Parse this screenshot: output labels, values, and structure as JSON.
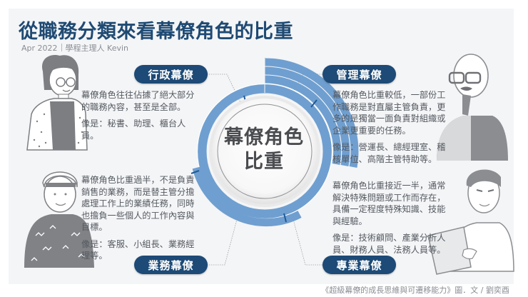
{
  "header": {
    "title": "從職務分類來看幕僚角色的比重",
    "date": "Apr 2022",
    "author": "學程主理人 Kevin"
  },
  "center": {
    "line1": "幕僚角色",
    "line2": "比重"
  },
  "quadrants": {
    "admin": {
      "label": "行政幕僚",
      "description": "幕僚角色往往佔據了絕大部分的職務內容，甚至是全部。",
      "examples": "像是：秘書、助理、櫃台人員。",
      "illustration": "woman-with-glasses-illustration"
    },
    "management": {
      "label": "管理幕僚",
      "description": "幕僚角色比重較低，一部份工作職務是對直屬主管負責，更多的是獨當一面負責對組織或企業更重要的任務。",
      "examples": "像是：營運長、總經理室、稽核單位、高階主管特助等。",
      "illustration": "bald-man-with-glasses-illustration"
    },
    "sales": {
      "label": "業務幕僚",
      "description": "幕僚角色比重過半，不是負責銷售的業務，而是替主管分擔處理工作上的業績任務，同時也擔負一些個人的工作內容與目標。",
      "examples": "像是：客服、小組長、業務經理等。",
      "illustration": "man-with-beanie-illustration"
    },
    "professional": {
      "label": "專業幕僚",
      "description": "幕僚角色比重接近一半，通常解決特殊問題或工作而存在，具備一定程度特殊知識、技能與經驗。",
      "examples": "像是：技術顧問、產業分析人員、財務人員、法務人員等。",
      "illustration": "man-with-laptop-illustration"
    }
  },
  "footer": {
    "credit": "《超級幕僚的成長思維與可遷移能力》圖．文 / 劉奕酉"
  },
  "colors": {
    "title": "#1f4a73",
    "pill": "#1d4a76",
    "ring": "#6f9fd0",
    "ring_tick": "#1f5a96",
    "background": "#f4f5f7"
  }
}
